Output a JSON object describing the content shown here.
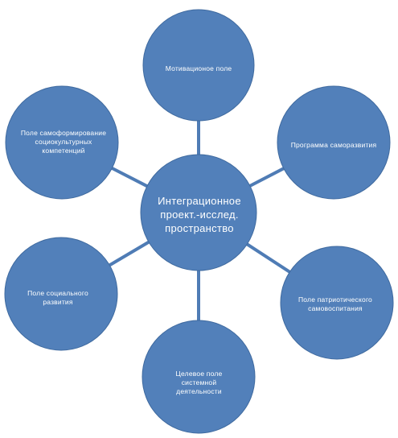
{
  "diagram": {
    "colors": {
      "circle_fill": "#5280BA",
      "circle_stroke": "#3F6A9F",
      "connector": "#4F7CB5",
      "text": "#FFFFFF"
    },
    "center": {
      "label": "Интеграционное проект.-исслед. пространство"
    },
    "nodes": [
      {
        "id": "top",
        "label": "Мотивационое  поле"
      },
      {
        "id": "upper-right",
        "label": "Программа саморазвития"
      },
      {
        "id": "lower-right",
        "label": "Поле  патриотического самовоспитания"
      },
      {
        "id": "bottom",
        "label": "Целевое  поле системной деятельности"
      },
      {
        "id": "lower-left",
        "label": "Поле  социального развития"
      },
      {
        "id": "upper-left",
        "label": "Поле самоформирование социокультурных компетенций"
      }
    ]
  }
}
